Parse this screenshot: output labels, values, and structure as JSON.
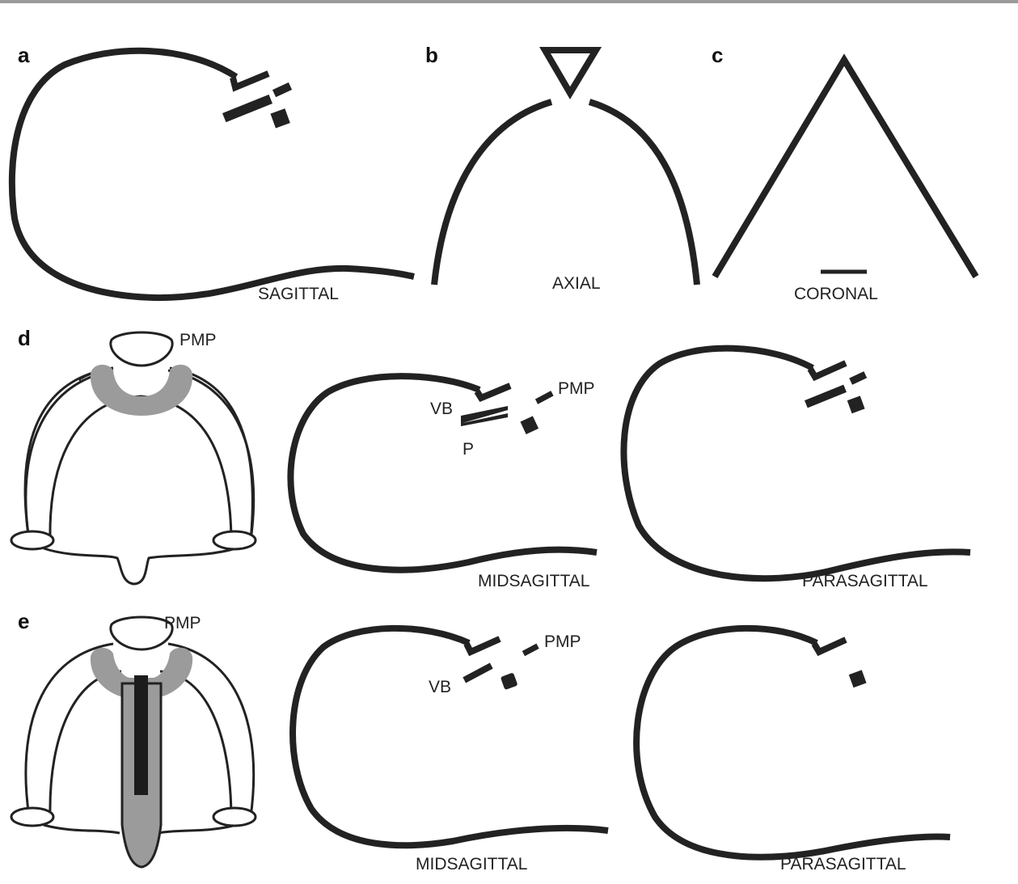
{
  "panels": {
    "a": {
      "letter": "a",
      "caption": "SAGITTAL"
    },
    "b": {
      "letter": "b",
      "caption": "AXIAL"
    },
    "c": {
      "letter": "c",
      "caption": "CORONAL"
    },
    "d": {
      "letter": "d",
      "pmp": "PMP",
      "mid_pmp": "PMP",
      "vb": "VB",
      "p": "P",
      "mid_caption": "MIDSAGITTAL",
      "para_caption": "PARASAGITTAL"
    },
    "e": {
      "letter": "e",
      "pmp": "PMP",
      "mid_pmp": "PMP",
      "vb": "VB",
      "mid_caption": "MIDSAGITTAL",
      "para_caption": "PARASAGITTAL"
    }
  },
  "colors": {
    "line": "#222222",
    "gray": "#9b9b9b",
    "rule": "#9a9a9a"
  }
}
